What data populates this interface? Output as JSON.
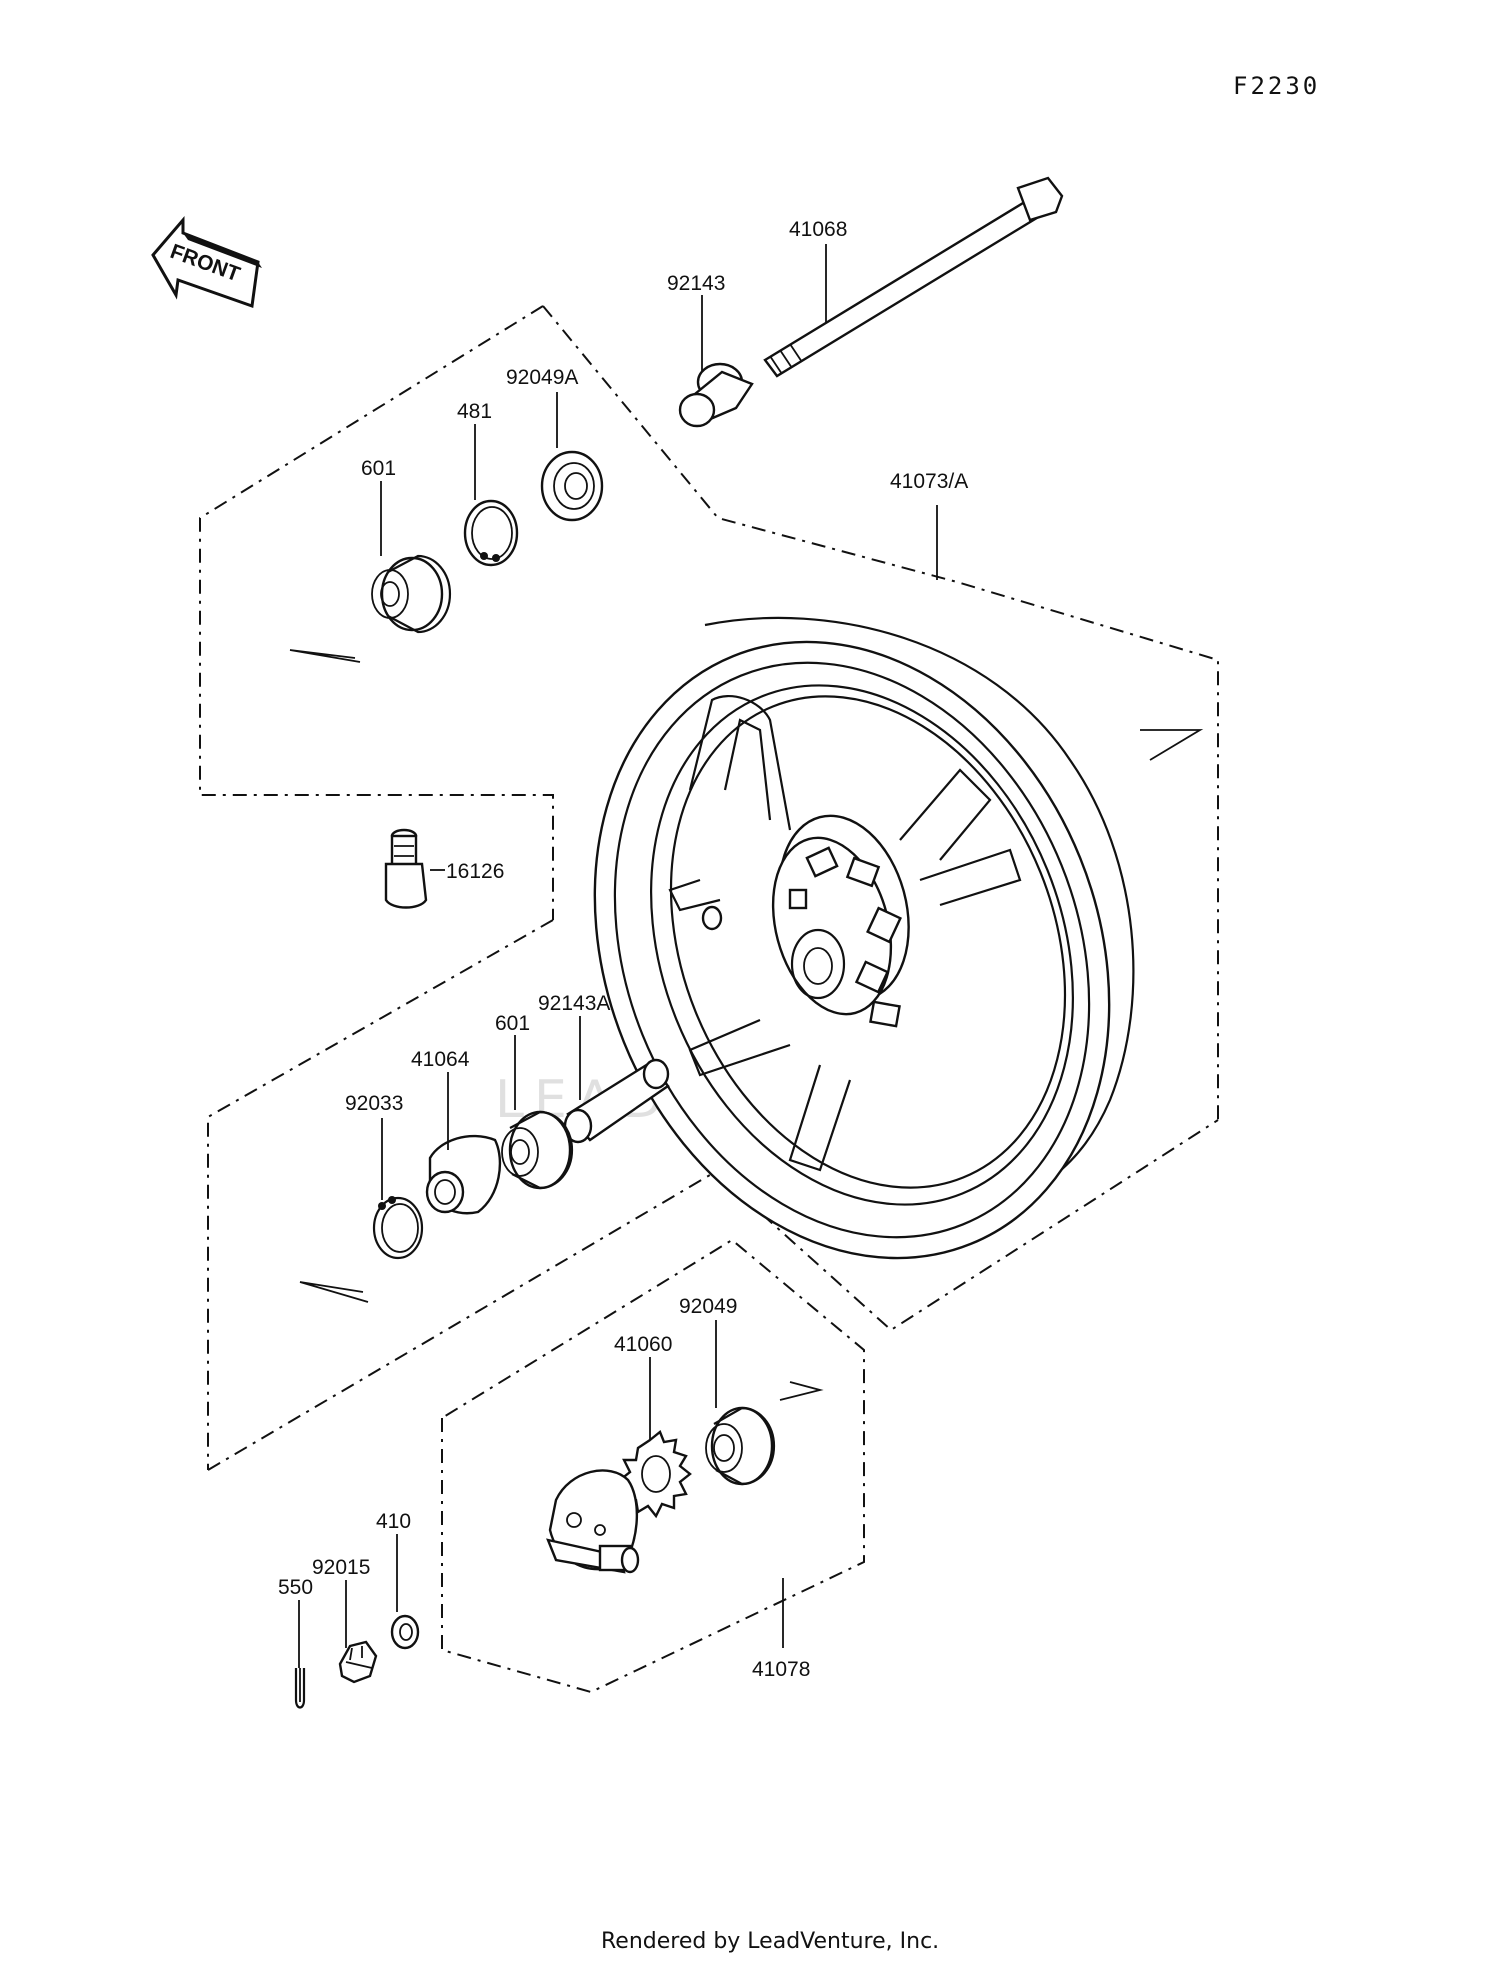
{
  "diagram_code": "F2230",
  "front_label": "FRONT",
  "watermark": "LEADVENTURE",
  "footer": "Rendered by LeadVenture, Inc.",
  "part_labels": {
    "p41068": "41068",
    "p92143": "92143",
    "p92049A": "92049A",
    "p481": "481",
    "p601_top": "601",
    "p41073A": "41073/A",
    "p16126": "16126",
    "p92143A": "92143A",
    "p601_mid": "601",
    "p41064": "41064",
    "p92033": "92033",
    "p92049": "92049",
    "p41060": "41060",
    "p410": "410",
    "p92015": "92015",
    "p550": "550",
    "p41078": "41078"
  }
}
